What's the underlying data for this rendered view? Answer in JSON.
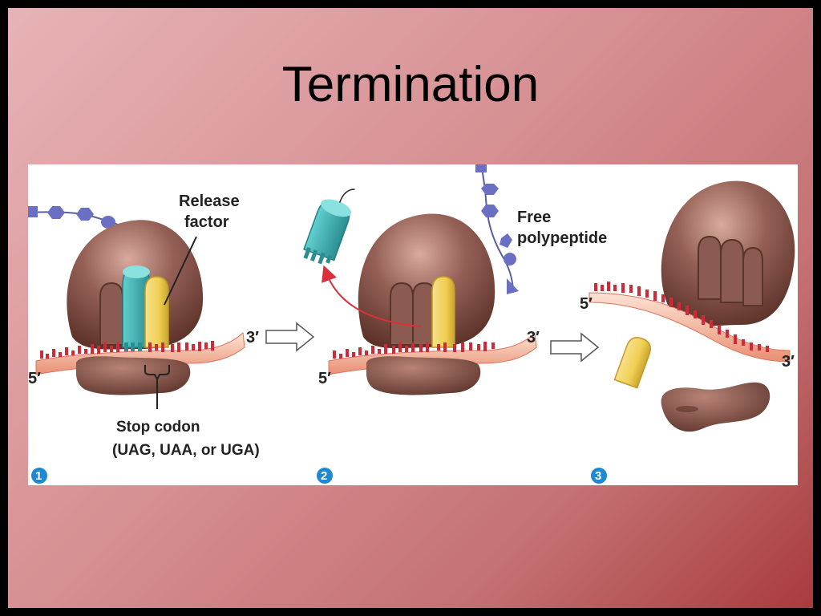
{
  "slide": {
    "title": "Termination"
  },
  "figure": {
    "labels": {
      "release_factor_line1": "Release",
      "release_factor_line2": "factor",
      "stop_codon_line1": "Stop codon",
      "stop_codon_line2": "(UAG, UAA, or UGA)",
      "free_polypeptide_line1": "Free",
      "free_polypeptide_line2": "polypeptide"
    },
    "ends": {
      "five_prime": "5′",
      "three_prime": "3′"
    },
    "steps": [
      "1",
      "2",
      "3"
    ],
    "colors": {
      "ribosome": "#7a4a40",
      "mrna": "#f3b8a0",
      "codon": "#cf2a3a",
      "release_factor": "#f2d86a",
      "trna": "#3eb3b4",
      "amino_acid": "#6b6fc4",
      "step_badge": "#1e88d0"
    }
  }
}
